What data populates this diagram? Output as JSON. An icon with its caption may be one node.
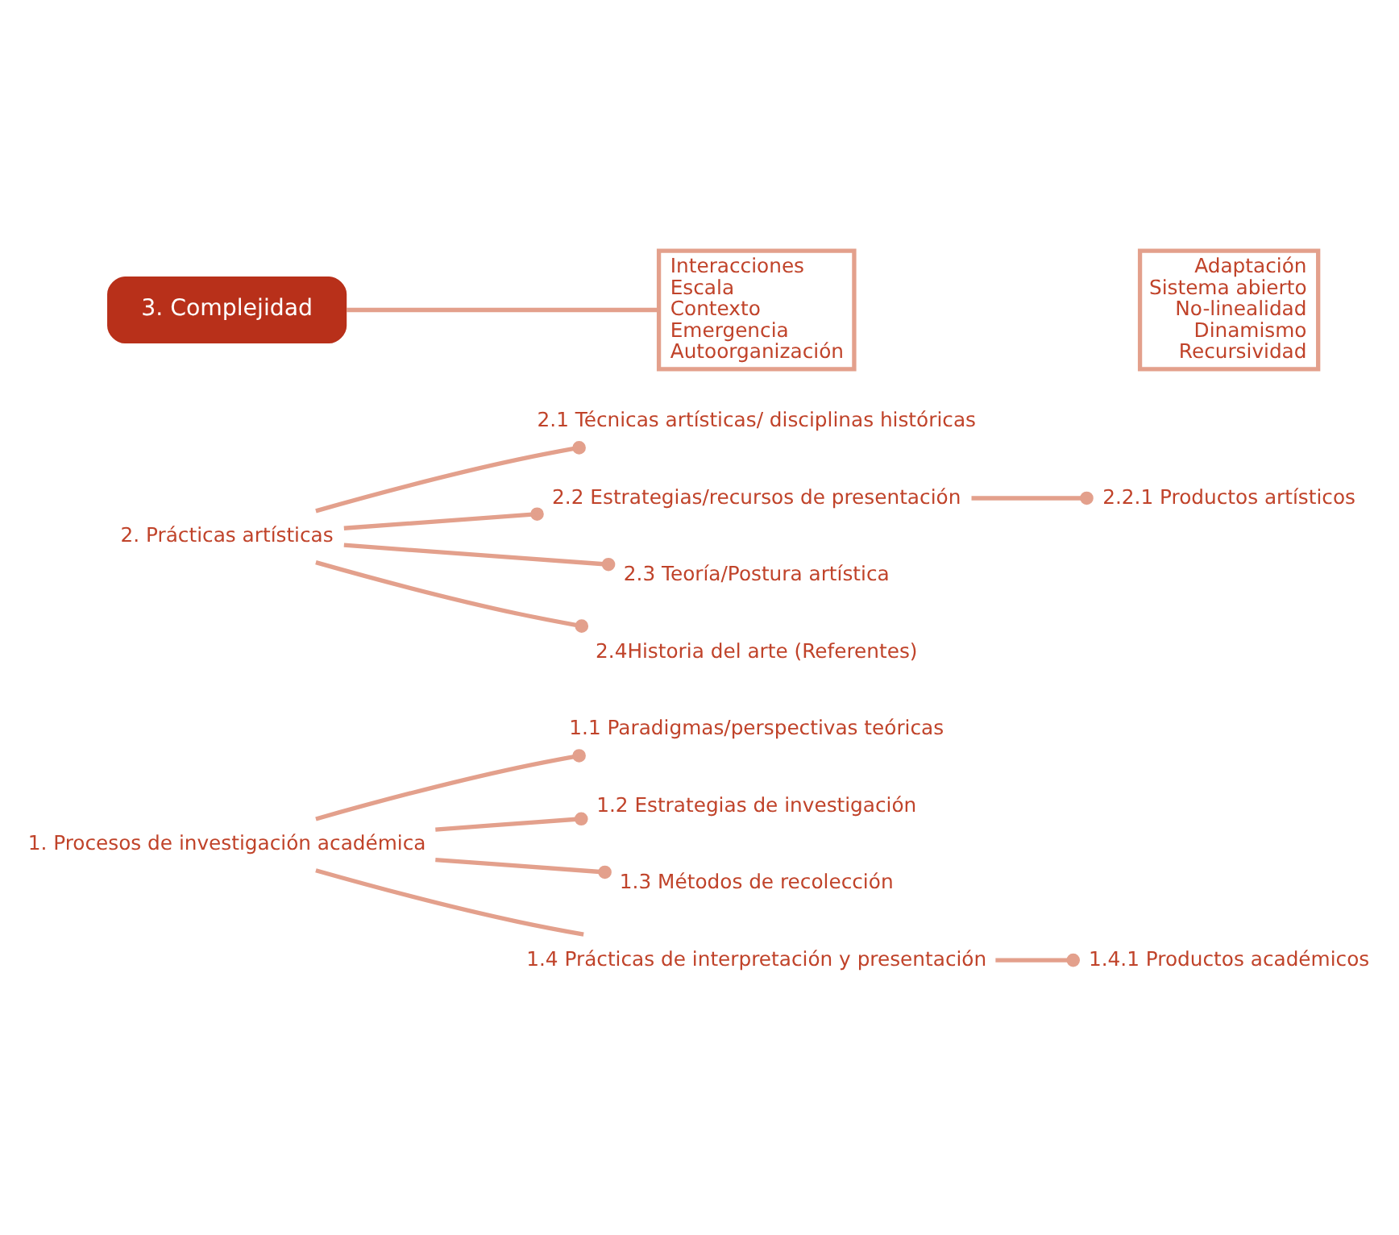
{
  "diagram": {
    "nodes": [
      {
        "text": [
          "1. Procesos de investigación académica"
        ]
      },
      {
        "text": [
          "1.1 Paradigmas/perspectivas teóricas"
        ]
      },
      {
        "text": [
          "1.2 Estrategias de investigación"
        ]
      },
      {
        "text": [
          "1.3 Métodos de recolección"
        ]
      },
      {
        "text": [
          "1.4 Prácticas de interpretación y presentación"
        ]
      },
      {
        "text": [
          "1.4.1 Productos académicos"
        ]
      },
      {
        "text": [
          "2. Prácticas artísticas"
        ]
      },
      {
        "text": [
          "2.1 Técnicas artísticas/ disciplinas históricas"
        ]
      },
      {
        "text": [
          "2.2 Estrategias/recursos de presentación"
        ]
      },
      {
        "text": [
          "2.3 Teoría/Postura artística"
        ]
      },
      {
        "text": [
          "2.4Historia del arte (Referentes)"
        ]
      },
      {
        "text": [
          "2.2.1 Productos artísticos"
        ]
      },
      {
        "text": [
          "3. Complejidad"
        ]
      },
      {
        "text": [
          "Interacciones",
          "Escala",
          "Contexto",
          "Emergencia",
          "Autoorganización"
        ]
      },
      {
        "text": [
          "Adaptación",
          "Sistema abierto",
          "No-linealidad",
          "Dinamismo",
          "Recursividad"
        ]
      }
    ],
    "edges": [
      {
        "from": 0,
        "to": 1,
        "arrow": "other"
      },
      {
        "from": 0,
        "to": 2,
        "arrow": "other"
      },
      {
        "from": 0,
        "to": 3,
        "arrow": "other"
      },
      {
        "from": 0,
        "to": 4,
        "arrow": "none"
      },
      {
        "from": 4,
        "to": 5,
        "arrow": "other"
      },
      {
        "from": 6,
        "to": 7,
        "arrow": "other"
      },
      {
        "from": 6,
        "to": 8,
        "arrow": "other"
      },
      {
        "from": 6,
        "to": 9,
        "arrow": "other"
      },
      {
        "from": 6,
        "to": 10,
        "arrow": "other"
      },
      {
        "from": 8,
        "to": 11,
        "arrow": "other"
      },
      {
        "from": 12,
        "to": 13,
        "arrow": "none"
      }
    ]
  }
}
